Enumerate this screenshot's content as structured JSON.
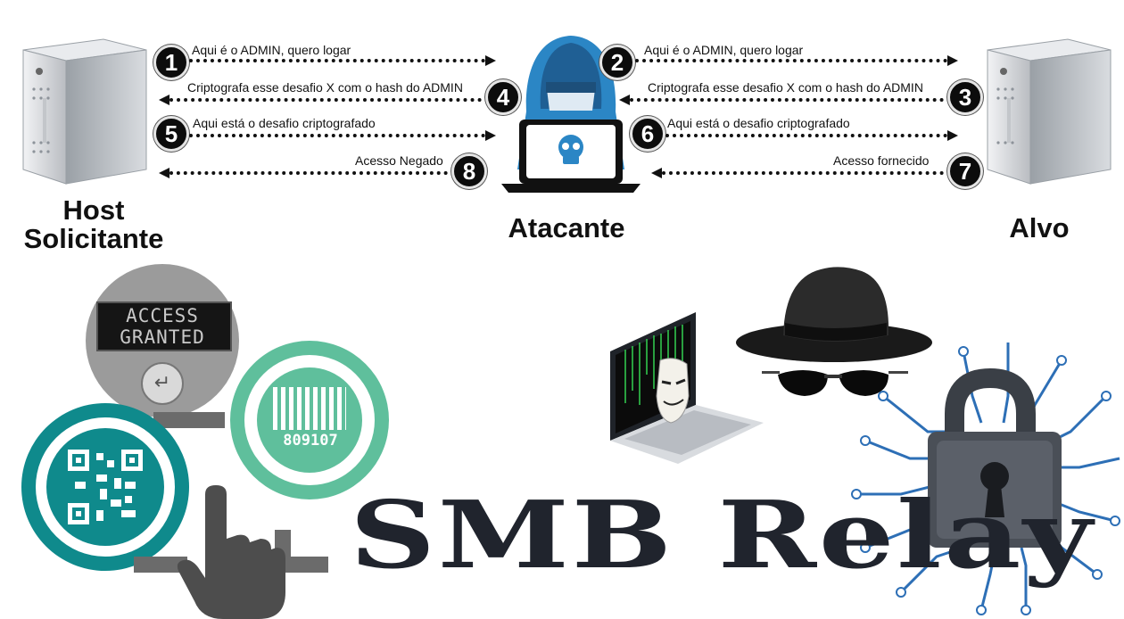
{
  "nodes": {
    "requesting_host": "Host Solicitante",
    "attacker": "Atacante",
    "target": "Alvo"
  },
  "steps": [
    {
      "number": "1",
      "text": "Aqui é o ADMIN, quero logar"
    },
    {
      "number": "2",
      "text": "Aqui é o ADMIN, quero logar"
    },
    {
      "number": "3",
      "text": "Criptografa esse desafio X com o hash do ADMIN"
    },
    {
      "number": "4",
      "text": "Criptografa esse desafio X com o hash do ADMIN"
    },
    {
      "number": "5",
      "text": "Aqui está o desafio criptografado"
    },
    {
      "number": "6",
      "text": "Aqui está o desafio criptografado"
    },
    {
      "number": "7",
      "text": "Acesso fornecido"
    },
    {
      "number": "8",
      "text": "Acesso Negado"
    }
  ],
  "illustration": {
    "lcd_line1": "ACCESS",
    "lcd_line2": "GRANTED",
    "barcode_number": "809107"
  },
  "title": "SMB Relay",
  "colors": {
    "teal_dark": "#0f8a8c",
    "teal_light": "#5fbf9c",
    "hood_blue": "#2b86c5",
    "title_color": "#20242d"
  }
}
